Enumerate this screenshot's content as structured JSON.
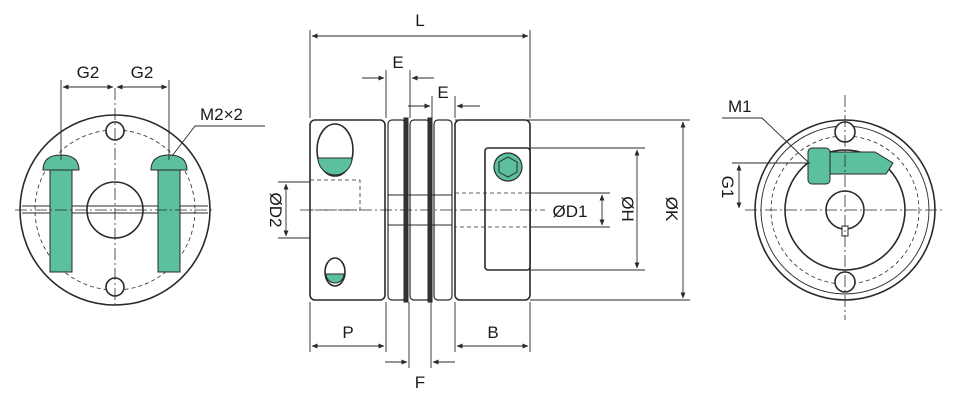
{
  "diagram": {
    "colors": {
      "line": "#2a2a2a",
      "accent": "#5bbfa0",
      "background": "#ffffff",
      "body_fill": "#ffffff"
    },
    "left_view": {
      "dimensions": [
        "G2",
        "G2"
      ],
      "callout": "M2×2"
    },
    "side_view": {
      "top_dimension": "L",
      "spacing_dimensions": [
        "E",
        "E"
      ],
      "bottom_dimensions": [
        "P",
        "F",
        "B"
      ],
      "diameter_labels": [
        "ØD2",
        "ØD1",
        "ØH",
        "ØK"
      ]
    },
    "right_view": {
      "callout": "M1",
      "dimension": "G1"
    }
  }
}
